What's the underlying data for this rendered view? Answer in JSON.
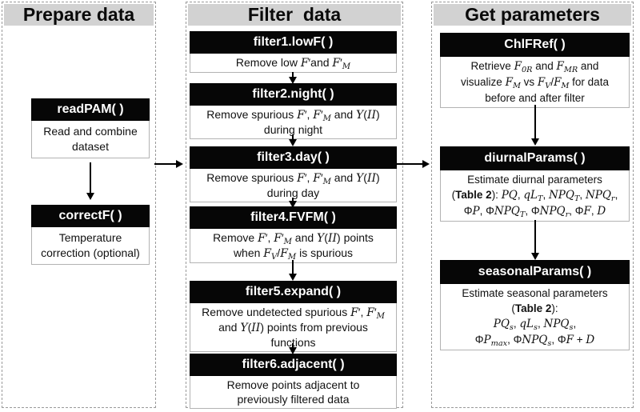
{
  "figure": {
    "columns": [
      {
        "title": "Prepare data",
        "boxes": [
          {
            "name": "readPAM( )",
            "desc": "Read and combine\ndataset"
          },
          {
            "name": "correctF( )",
            "desc": "Temperature\ncorrection (optional)"
          }
        ]
      },
      {
        "title": "Filter  data",
        "boxes": [
          {
            "name": "filter1.lowF( )",
            "desc": "Remove low *F*′and *F*′~M~"
          },
          {
            "name": "filter2.night( )",
            "desc": "Remove spurious *F*′, *F*′~M~ and *Y*(*II*)\nduring night"
          },
          {
            "name": "filter3.day( )",
            "desc": "Remove spurious *F*′, *F*′~M~ and *Y*(*II*)\nduring day"
          },
          {
            "name": "filter4.FVFM( )",
            "desc": "Remove *F*′, *F*′~M~ and *Y*(*II*) points\nwhen *F*~V~/*F*~M~ is spurious"
          },
          {
            "name": "filter5.expand( )",
            "desc": "Remove undetected spurious *F*′, *F*′~M~\nand *Y*(*II*) points from previous\nfunctions"
          },
          {
            "name": "filter6.adjacent( )",
            "desc": "Remove points adjacent to\npreviously filtered data"
          }
        ]
      },
      {
        "title": "Get parameters",
        "boxes": [
          {
            "name": "ChlFRef( )",
            "desc": "Retrieve *F*~0R~ and *F*~MR~ and\nvisualize *F*~M~ vs *F*~V~/*F*~M~ for data\nbefore and after filter"
          },
          {
            "name": "diurnalParams( )",
            "desc": "Estimate diurnal parameters\n(**Table 2**): *PQ*, *qL*~T~, *NPQ*~T~, *NPQ*~r~,\nΦ*P*, Φ*NPQ*~T~, Φ*NPQ*~r~, Φ*F*, *D*"
          },
          {
            "name": "seasonalParams( )",
            "desc": "Estimate seasonal parameters\n(**Table 2**):\n*PQ*~s~, *qL*~s~, *NPQ*~s~,\nΦ*P*~max~, Φ*NPQ*~s~, Φ*F* + *D*"
          }
        ]
      }
    ],
    "colors": {
      "column_header_bg": "#d2d2d2",
      "function_header_bg": "#060606",
      "function_header_text": "#ffffff",
      "arrow": "#000000",
      "column_border": "#999999"
    }
  }
}
